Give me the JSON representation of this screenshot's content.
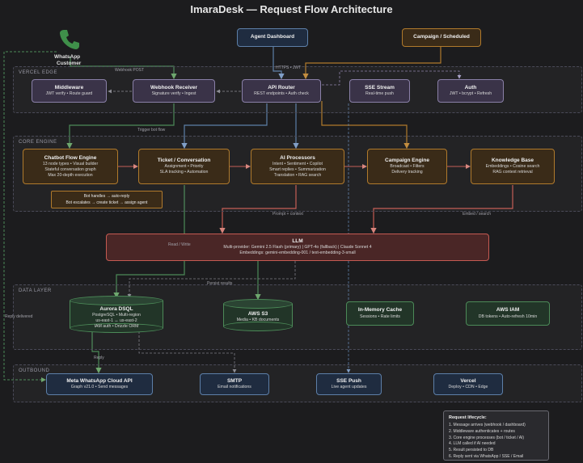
{
  "title": "ImaraDesk — Request Flow Architecture",
  "colors": {
    "purple": "#8a80a8",
    "orange": "#b07a2c",
    "green": "#4c8a58",
    "blue": "#5d7fa8",
    "red": "#c45a52",
    "grey": "#7d7d85"
  },
  "customer": {
    "icon": "phone-icon",
    "line1": "WhatsApp",
    "line2": "Customer"
  },
  "regions": {
    "vercel": "VERCEL EDGE",
    "core": "CORE ENGINE",
    "data": "DATA LAYER",
    "outbound": "OUTBOUND"
  },
  "nodes": {
    "agent_dashboard": {
      "title": "Agent Dashboard"
    },
    "campaign_scheduled": {
      "title": "Campaign / Scheduled"
    },
    "middleware": {
      "title": "Middleware",
      "sub": "JWT verify • Route guard"
    },
    "webhook_receiver": {
      "title": "Webhook Receiver",
      "sub": "Signature verify • Ingest"
    },
    "api_router": {
      "title": "API Router",
      "sub": "REST endpoints • Auth check"
    },
    "sse_stream": {
      "title": "SSE Stream",
      "sub": "Real-time push"
    },
    "auth": {
      "title": "Auth",
      "sub": "JWT • bcrypt • Refresh"
    },
    "chatbot": {
      "title": "Chatbot Flow Engine",
      "l1": "13 node types • Visual builder",
      "l2": "Stateful conversation graph",
      "l3": "Max 20-depth execution"
    },
    "ticket": {
      "title": "Ticket / Conversation",
      "l1": "Assignment • Priority",
      "l2": "SLA tracking • Automation"
    },
    "ai": {
      "title": "AI Processors",
      "l1": "Intent • Sentiment • Copilot",
      "l2": "Smart replies • Summarization",
      "l3": "Translation • RAG search"
    },
    "campaign_engine": {
      "title": "Campaign Engine",
      "l1": "Broadcast • Filters",
      "l2": "Delivery tracking"
    },
    "kb": {
      "title": "Knowledge Base",
      "l1": "Embeddings • Cosine search",
      "l2": "RAG context retrieval"
    },
    "bot_note": {
      "l1": "Bot handles → auto-reply",
      "l2": "Bot escalates → create ticket → assign agent"
    },
    "llm": {
      "title": "LLM",
      "l1": "Multi-provider: Gemini 2.5 Flash (primary) | GPT-4o (fallback) | Claude Sonnet 4",
      "l2": "Embeddings: gemini-embedding-001 / text-embedding-3-small"
    },
    "aurora": {
      "title": "Aurora DSQL",
      "l1": "PostgreSQL • Multi-region",
      "l2": "us-east-1 ↔ us-east-2",
      "l3": "IAM auth • Drizzle ORM"
    },
    "s3": {
      "title": "AWS S3",
      "sub": "Media • KB documents"
    },
    "cache": {
      "title": "In-Memory Cache",
      "sub": "Sessions • Rate limits"
    },
    "iam": {
      "title": "AWS IAM",
      "sub": "DB tokens • Auto-refresh 10min"
    },
    "meta_api": {
      "title": "Meta WhatsApp Cloud API",
      "sub": "Graph v21.0 • Send messages"
    },
    "smtp": {
      "title": "SMTP",
      "sub": "Email notifications"
    },
    "sse_push": {
      "title": "SSE Push",
      "sub": "Live agent updates"
    },
    "vercel": {
      "title": "Vercel",
      "sub": "Deploy • CDN • Edge"
    }
  },
  "edge_labels": {
    "webhook_post": "Webhook POST",
    "https_jwt": "HTTPS • JWT",
    "trigger_bot": "Trigger bot flow",
    "prompt_context": "Prompt + context",
    "embed_search": "Embed / search",
    "read_write": "Read / Write",
    "persist": "Persist results",
    "reply_delivered": "Reply delivered",
    "reply": "Reply"
  },
  "lifecycle": {
    "title": "Request lifecycle:",
    "items": [
      "1. Message arrives (webhook / dashboard)",
      "2. Middleware authenticates + routes",
      "3. Core engine processes (bot / ticket / AI)",
      "4. LLM called if AI needed",
      "5. Result persisted to DB",
      "6. Reply sent via WhatsApp / SSE / Email"
    ]
  }
}
